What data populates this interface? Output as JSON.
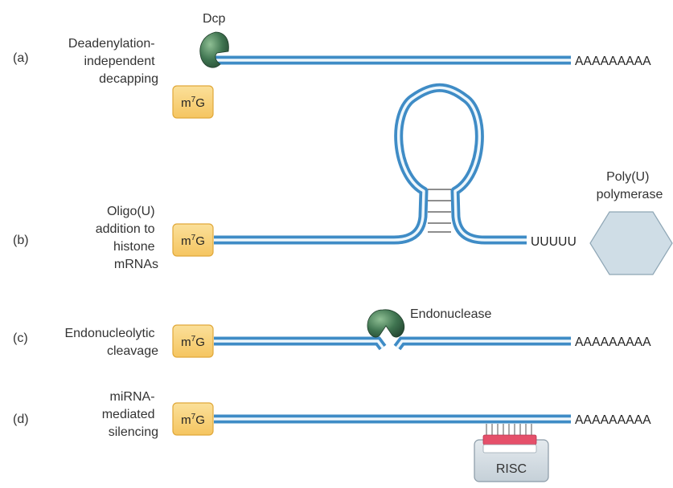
{
  "panels": [
    {
      "letter": "(a)",
      "description": [
        "Deadenylation-",
        "independent",
        "decapping"
      ],
      "cap": {
        "base": "m",
        "sup": "7",
        "tail": "G"
      },
      "enzyme": "Dcp",
      "tail": "AAAAAAAAA"
    },
    {
      "letter": "(b)",
      "description": [
        "Oligo(U)",
        "addition to",
        "histone",
        "mRNAs"
      ],
      "cap": {
        "base": "m",
        "sup": "7",
        "tail": "G"
      },
      "enzyme": [
        "Poly(U)",
        "polymerase"
      ],
      "tail": "UUUUU"
    },
    {
      "letter": "(c)",
      "description": [
        "Endonucleolytic",
        "cleavage"
      ],
      "cap": {
        "base": "m",
        "sup": "7",
        "tail": "G"
      },
      "enzyme": "Endonuclease",
      "tail": "AAAAAAAAA"
    },
    {
      "letter": "(d)",
      "description": [
        "miRNA-",
        "mediated",
        "silencing"
      ],
      "cap": {
        "base": "m",
        "sup": "7",
        "tail": "G"
      },
      "enzyme": "RISC",
      "tail": "AAAAAAAAA"
    }
  ],
  "colors": {
    "rna_outer": "#3f8cc6",
    "rna_inner": "#e9f4fb",
    "cap_fill": "#f8cf74",
    "cap_stroke": "#e0a83a",
    "nuclease_dark": "#2f5b3c",
    "nuclease_light": "#7fae86",
    "hexagon_fill": "#cfdde6",
    "hexagon_stroke": "#8ea6b5",
    "risc_fill": "#d4dde3",
    "risc_stroke": "#8a9aa6",
    "mirna_red": "#e5506a"
  },
  "icons": [
    "decapping-enzyme-icon",
    "endonuclease-icon",
    "hexagon-polymerase-icon",
    "risc-complex-icon"
  ]
}
